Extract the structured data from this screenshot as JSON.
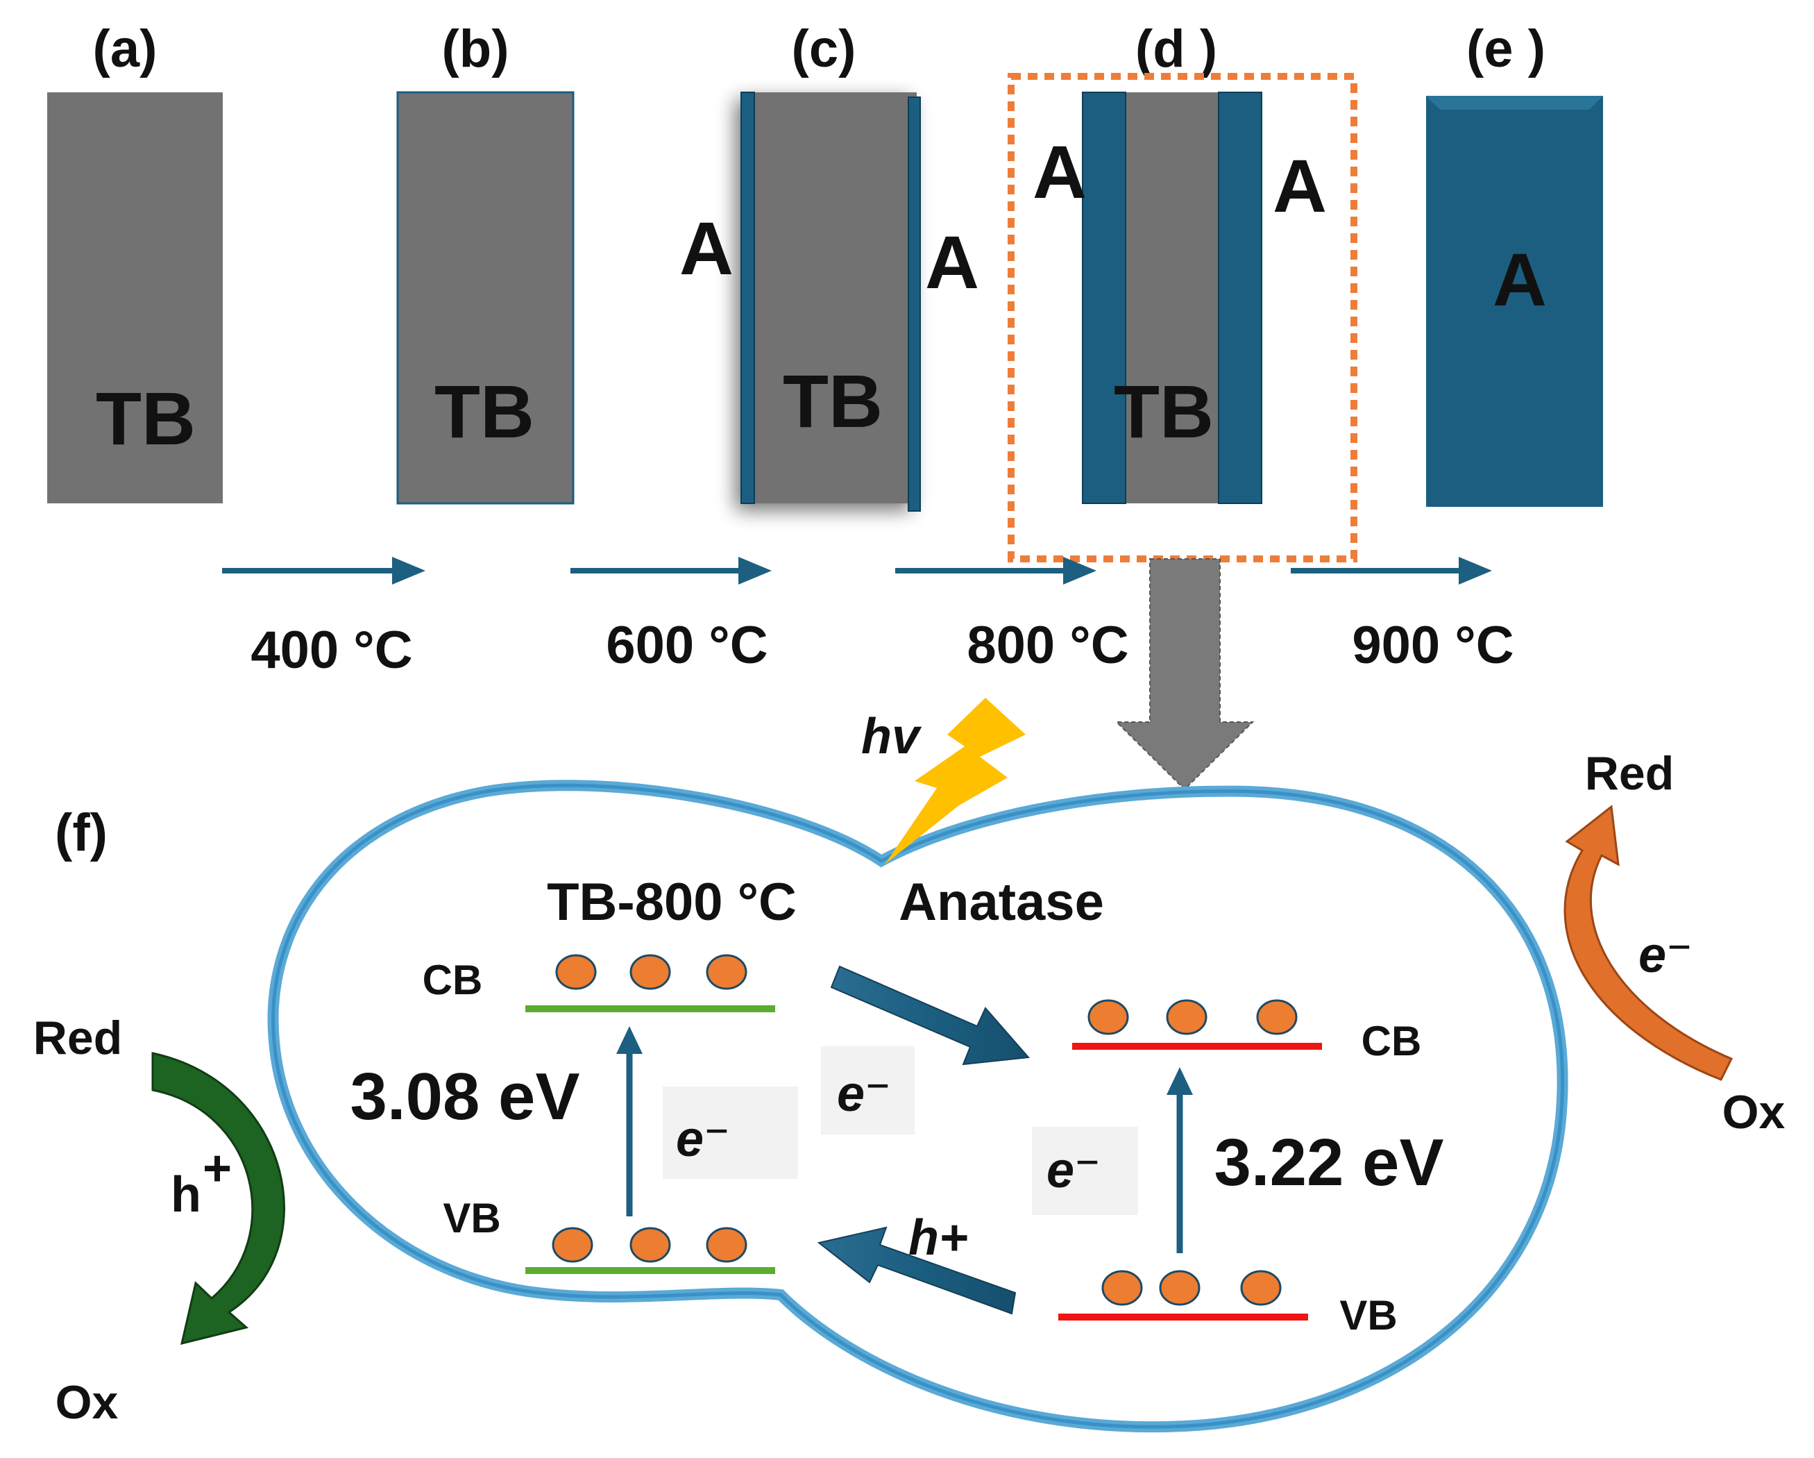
{
  "panels": [
    {
      "id": "a",
      "label": "(a)",
      "phase_label": "TB"
    },
    {
      "id": "b",
      "label": "(b)",
      "phase_label": "TB"
    },
    {
      "id": "c",
      "label": "(c)",
      "phase_label": "TB",
      "shell_label_left": "A",
      "shell_label_right": "A"
    },
    {
      "id": "d",
      "label": "(d )",
      "phase_label": "TB",
      "shell_label_left": "A",
      "shell_label_right": "A"
    },
    {
      "id": "e",
      "label": "(e )",
      "phase_label": "A"
    }
  ],
  "temperatures": [
    "400 °C",
    "600 °C",
    "800 °C",
    "900 °C"
  ],
  "mechanism": {
    "label": "(f)",
    "light": "hv",
    "left_material": {
      "name": "TB-800 °C",
      "cb": "CB",
      "vb": "VB",
      "band_gap": "3.08 eV",
      "excited": "e⁻"
    },
    "right_material": {
      "name": "Anatase",
      "cb": "CB",
      "vb": "VB",
      "band_gap": "3.22 eV",
      "excited": "e⁻"
    },
    "electron_transfer": "e⁻",
    "hole_transfer": "h+",
    "left_redox": {
      "red": "Red",
      "ox": "Ox",
      "carrier": "h",
      "carrier_sup": "+"
    },
    "right_redox": {
      "red": "Red",
      "ox": "Ox",
      "carrier": "e⁻"
    }
  },
  "colors": {
    "tb_gray": "#727272",
    "anatase_blue": "#1b5e80",
    "arrow_blue": "#1d5f80",
    "highlight_orange": "#ee7d3a",
    "particle_orange": "#ed7d31",
    "left_band_green": "#5aad31",
    "right_band_red": "#f01414",
    "outline_light_blue": "#5aa9d6",
    "hole_arrow_green": "#1d6322",
    "electron_arrow_orange": "#e0702a",
    "lightning_yellow": "#ffc000"
  }
}
